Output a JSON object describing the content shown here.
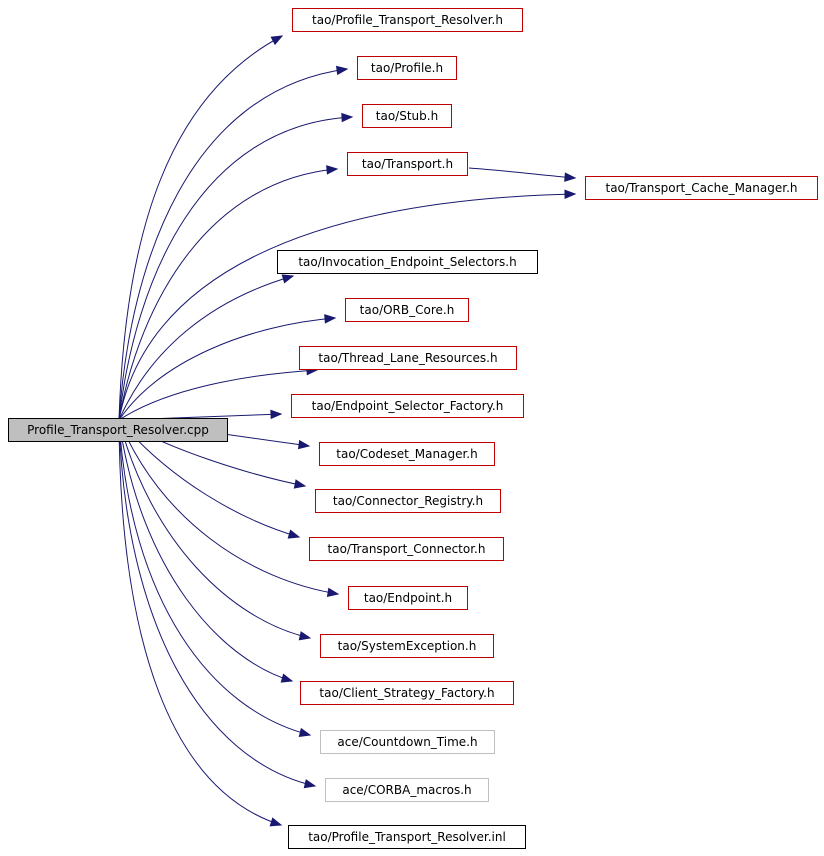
{
  "graph": {
    "root": {
      "label": "Profile_Transport_Resolver.cpp"
    },
    "nodes": [
      {
        "id": "profile_transport_resolver_h",
        "label": "tao/Profile_Transport_Resolver.h",
        "style": "red"
      },
      {
        "id": "profile_h",
        "label": "tao/Profile.h",
        "style": "red"
      },
      {
        "id": "stub_h",
        "label": "tao/Stub.h",
        "style": "red"
      },
      {
        "id": "transport_h",
        "label": "tao/Transport.h",
        "style": "red"
      },
      {
        "id": "transport_cache_manager_h",
        "label": "tao/Transport_Cache_Manager.h",
        "style": "red"
      },
      {
        "id": "invocation_endpoint_selectors_h",
        "label": "tao/Invocation_Endpoint_Selectors.h",
        "style": "black"
      },
      {
        "id": "orb_core_h",
        "label": "tao/ORB_Core.h",
        "style": "red"
      },
      {
        "id": "thread_lane_resources_h",
        "label": "tao/Thread_Lane_Resources.h",
        "style": "red"
      },
      {
        "id": "endpoint_selector_factory_h",
        "label": "tao/Endpoint_Selector_Factory.h",
        "style": "red"
      },
      {
        "id": "codeset_manager_h",
        "label": "tao/Codeset_Manager.h",
        "style": "red"
      },
      {
        "id": "connector_registry_h",
        "label": "tao/Connector_Registry.h",
        "style": "red"
      },
      {
        "id": "transport_connector_h",
        "label": "tao/Transport_Connector.h",
        "style": "red"
      },
      {
        "id": "endpoint_h",
        "label": "tao/Endpoint.h",
        "style": "red"
      },
      {
        "id": "systemexception_h",
        "label": "tao/SystemException.h",
        "style": "red"
      },
      {
        "id": "client_strategy_factory_h",
        "label": "tao/Client_Strategy_Factory.h",
        "style": "red"
      },
      {
        "id": "countdown_time_h",
        "label": "ace/Countdown_Time.h",
        "style": "gray"
      },
      {
        "id": "corba_macros_h",
        "label": "ace/CORBA_macros.h",
        "style": "gray"
      },
      {
        "id": "profile_transport_resolver_inl",
        "label": "tao/Profile_Transport_Resolver.inl",
        "style": "black"
      }
    ],
    "edges": [
      {
        "from": "root",
        "to": "profile_transport_resolver_h"
      },
      {
        "from": "root",
        "to": "profile_h"
      },
      {
        "from": "root",
        "to": "stub_h"
      },
      {
        "from": "root",
        "to": "transport_h"
      },
      {
        "from": "root",
        "to": "transport_cache_manager_h"
      },
      {
        "from": "transport_h",
        "to": "transport_cache_manager_h"
      },
      {
        "from": "root",
        "to": "invocation_endpoint_selectors_h"
      },
      {
        "from": "root",
        "to": "orb_core_h"
      },
      {
        "from": "root",
        "to": "thread_lane_resources_h"
      },
      {
        "from": "root",
        "to": "endpoint_selector_factory_h"
      },
      {
        "from": "root",
        "to": "codeset_manager_h"
      },
      {
        "from": "root",
        "to": "connector_registry_h"
      },
      {
        "from": "root",
        "to": "transport_connector_h"
      },
      {
        "from": "root",
        "to": "endpoint_h"
      },
      {
        "from": "root",
        "to": "systemexception_h"
      },
      {
        "from": "root",
        "to": "client_strategy_factory_h"
      },
      {
        "from": "root",
        "to": "countdown_time_h"
      },
      {
        "from": "root",
        "to": "corba_macros_h"
      },
      {
        "from": "root",
        "to": "profile_transport_resolver_inl"
      }
    ],
    "colors": {
      "edge": "#191970",
      "documented_border": "#c00000",
      "plain_border": "#000000",
      "external_border": "#bfbfbf",
      "root_fill": "#bfbfbf"
    }
  }
}
